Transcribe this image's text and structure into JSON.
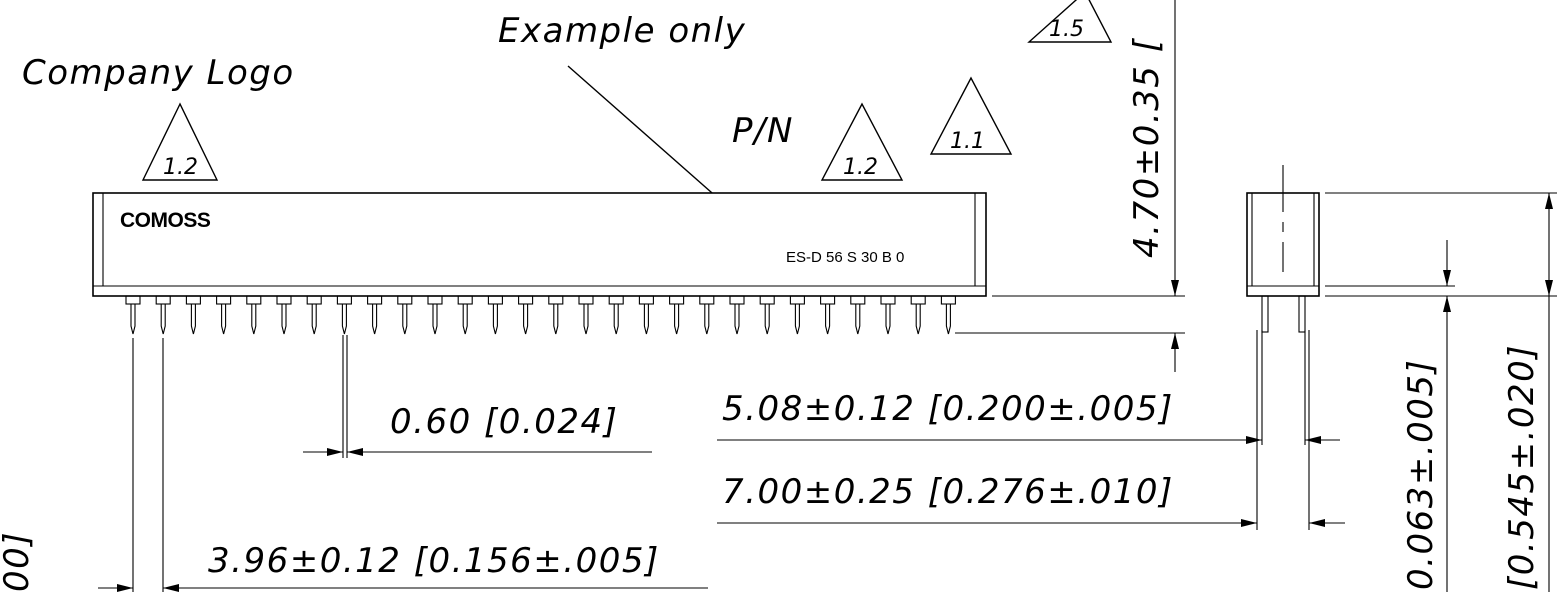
{
  "annotations": {
    "example_only": "Example only",
    "company_logo": "Company Logo",
    "pn": "P/N"
  },
  "connector": {
    "brand": "COMOSS",
    "part_marking": "ES-D 56 S 30 B 0",
    "pin_count_visible": 28
  },
  "revision_tags": {
    "logo_tag": "1.2",
    "pn_tag": "1.2",
    "marking_tag": "1.1",
    "height_tag": "1.5"
  },
  "dimensions": {
    "pin_width": "0.60 [0.024]",
    "pin_pitch": "3.96±0.12 [0.156±.005]",
    "board_slot": "5.08±0.12 [0.200±.005]",
    "body_width": "7.00±0.25 [0.276±.010]",
    "height_partial": "4.70±0.35 [",
    "right_height_a": "0.063±.005]",
    "right_height_b": "[0.545±.020]",
    "left_cut": "00]"
  }
}
